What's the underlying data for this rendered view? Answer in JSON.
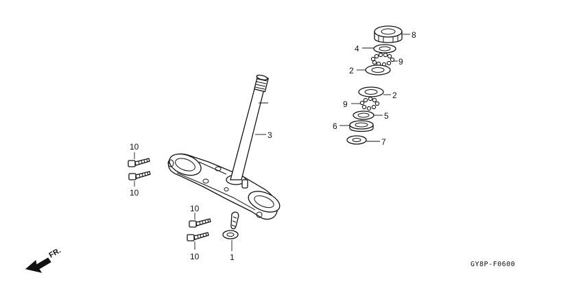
{
  "diagram": {
    "code": "GY8P-F0600",
    "direction_label": "FR.",
    "callouts": {
      "c8": "8",
      "c4": "4",
      "c9a": "9",
      "c2a": "2",
      "c2b": "2",
      "c9b": "9",
      "c5": "5",
      "c6": "6",
      "c7": "7",
      "c3": "3",
      "c10a": "10",
      "c10b": "10",
      "c10c": "10",
      "c10d": "10",
      "c1": "1"
    }
  }
}
